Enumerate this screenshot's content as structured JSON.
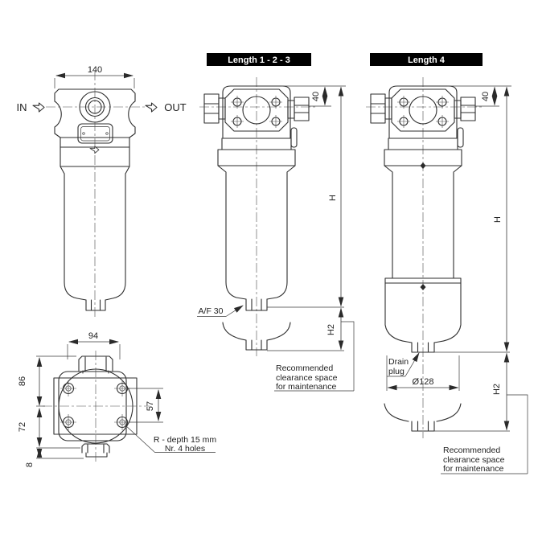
{
  "colors": {
    "line": "#2e2e2e",
    "label_bg": "#000000",
    "label_fg": "#ffffff"
  },
  "top_view": {
    "width_dim": "140",
    "in_label": "IN",
    "out_label": "OUT"
  },
  "length123": {
    "title": "Length 1 - 2 - 3",
    "dim_port_offset": "40",
    "dim_height": "H",
    "dim_clearance": "H2",
    "spanner_label": "A/F 30",
    "note_lines": [
      "Recommended",
      "clearance space",
      "for maintenance"
    ]
  },
  "length4": {
    "title": "Length 4",
    "dim_port_offset": "40",
    "dim_height": "H",
    "dim_clearance": "H2",
    "drain_plug_lines": [
      "Drain",
      "plug"
    ],
    "dim_diameter": "Ø128",
    "note_lines": [
      "Recommended",
      "clearance space",
      "for maintenance"
    ]
  },
  "bottom_view": {
    "dim_width": "94",
    "dim_left_upper": "86",
    "dim_left_lower": "72",
    "dim_left_base": "8",
    "dim_right": "57",
    "note_lines": [
      "R - depth 15 mm",
      "Nr. 4 holes"
    ]
  }
}
